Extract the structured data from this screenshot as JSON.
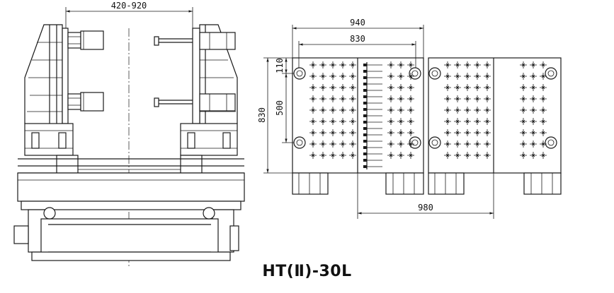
{
  "dimensions": {
    "clamp_stroke": "420-920",
    "platen_width": "940",
    "bolt_spacing_h": "830",
    "edge_offset": "110",
    "bolt_spacing_v": "500",
    "platen_height": "830",
    "total_span": "980"
  },
  "caption": "HT(Ⅱ)-30L"
}
